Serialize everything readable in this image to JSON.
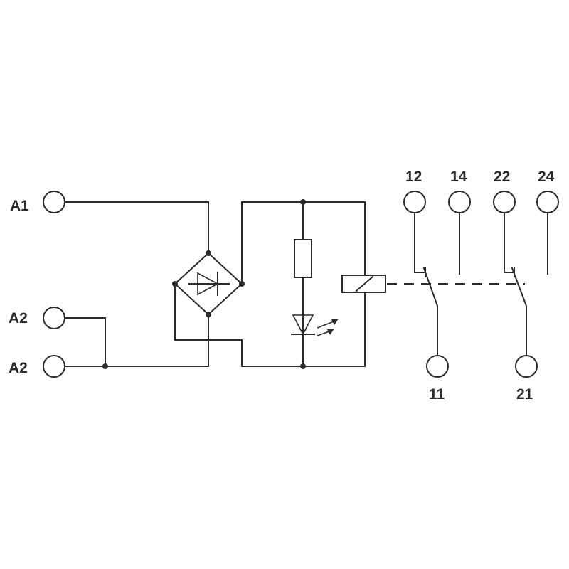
{
  "diagram": {
    "terminals": {
      "a1": "A1",
      "a2_upper": "A2",
      "a2_lower": "A2",
      "c12": "12",
      "c14": "14",
      "c22": "22",
      "c24": "24",
      "c11": "11",
      "c21": "21"
    },
    "components": [
      "bridge-rectifier",
      "resistor",
      "led",
      "relay-coil",
      "changeover-contact-11-12-14",
      "changeover-contact-21-22-24"
    ],
    "line_color": "#2b2b2b"
  }
}
